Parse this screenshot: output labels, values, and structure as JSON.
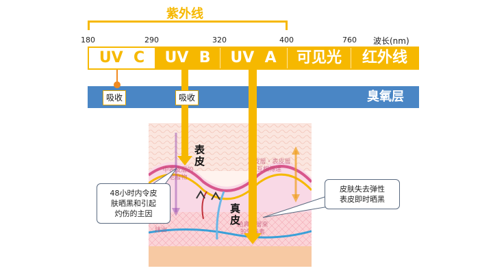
{
  "header": {
    "uv_group_label": "紫外线",
    "wavelength_unit": "波长(nm)"
  },
  "ticks": [
    "180",
    "290",
    "320",
    "400",
    "760"
  ],
  "bands": [
    {
      "label": "UV  C"
    },
    {
      "label": "UV  B"
    },
    {
      "label": "UV  A"
    },
    {
      "label": "可见光"
    },
    {
      "label": "红外线"
    }
  ],
  "ozone": {
    "label": "臭氧层",
    "absorb_uvc": "吸收",
    "absorb_uvb": "吸收"
  },
  "skin": {
    "epidermis": "表\n皮",
    "dermis": "真\n皮",
    "faint_left": "中表皮層的\n老廢物",
    "faint_right": "真皮層・表皮層\n互相傳達",
    "faint_bottom": "給真皮層來\n的營養素",
    "faint_exit": "排出"
  },
  "callouts": {
    "uvb_effect": "48小时内令皮\n肤晒黑和引起\n灼伤的主因",
    "uva_effect": "皮肤失去弹性\n表皮即时晒黑"
  },
  "colors": {
    "gold": "#f6b800",
    "ozone_blue": "#4a86c5",
    "callout_border": "#5a6a80"
  }
}
